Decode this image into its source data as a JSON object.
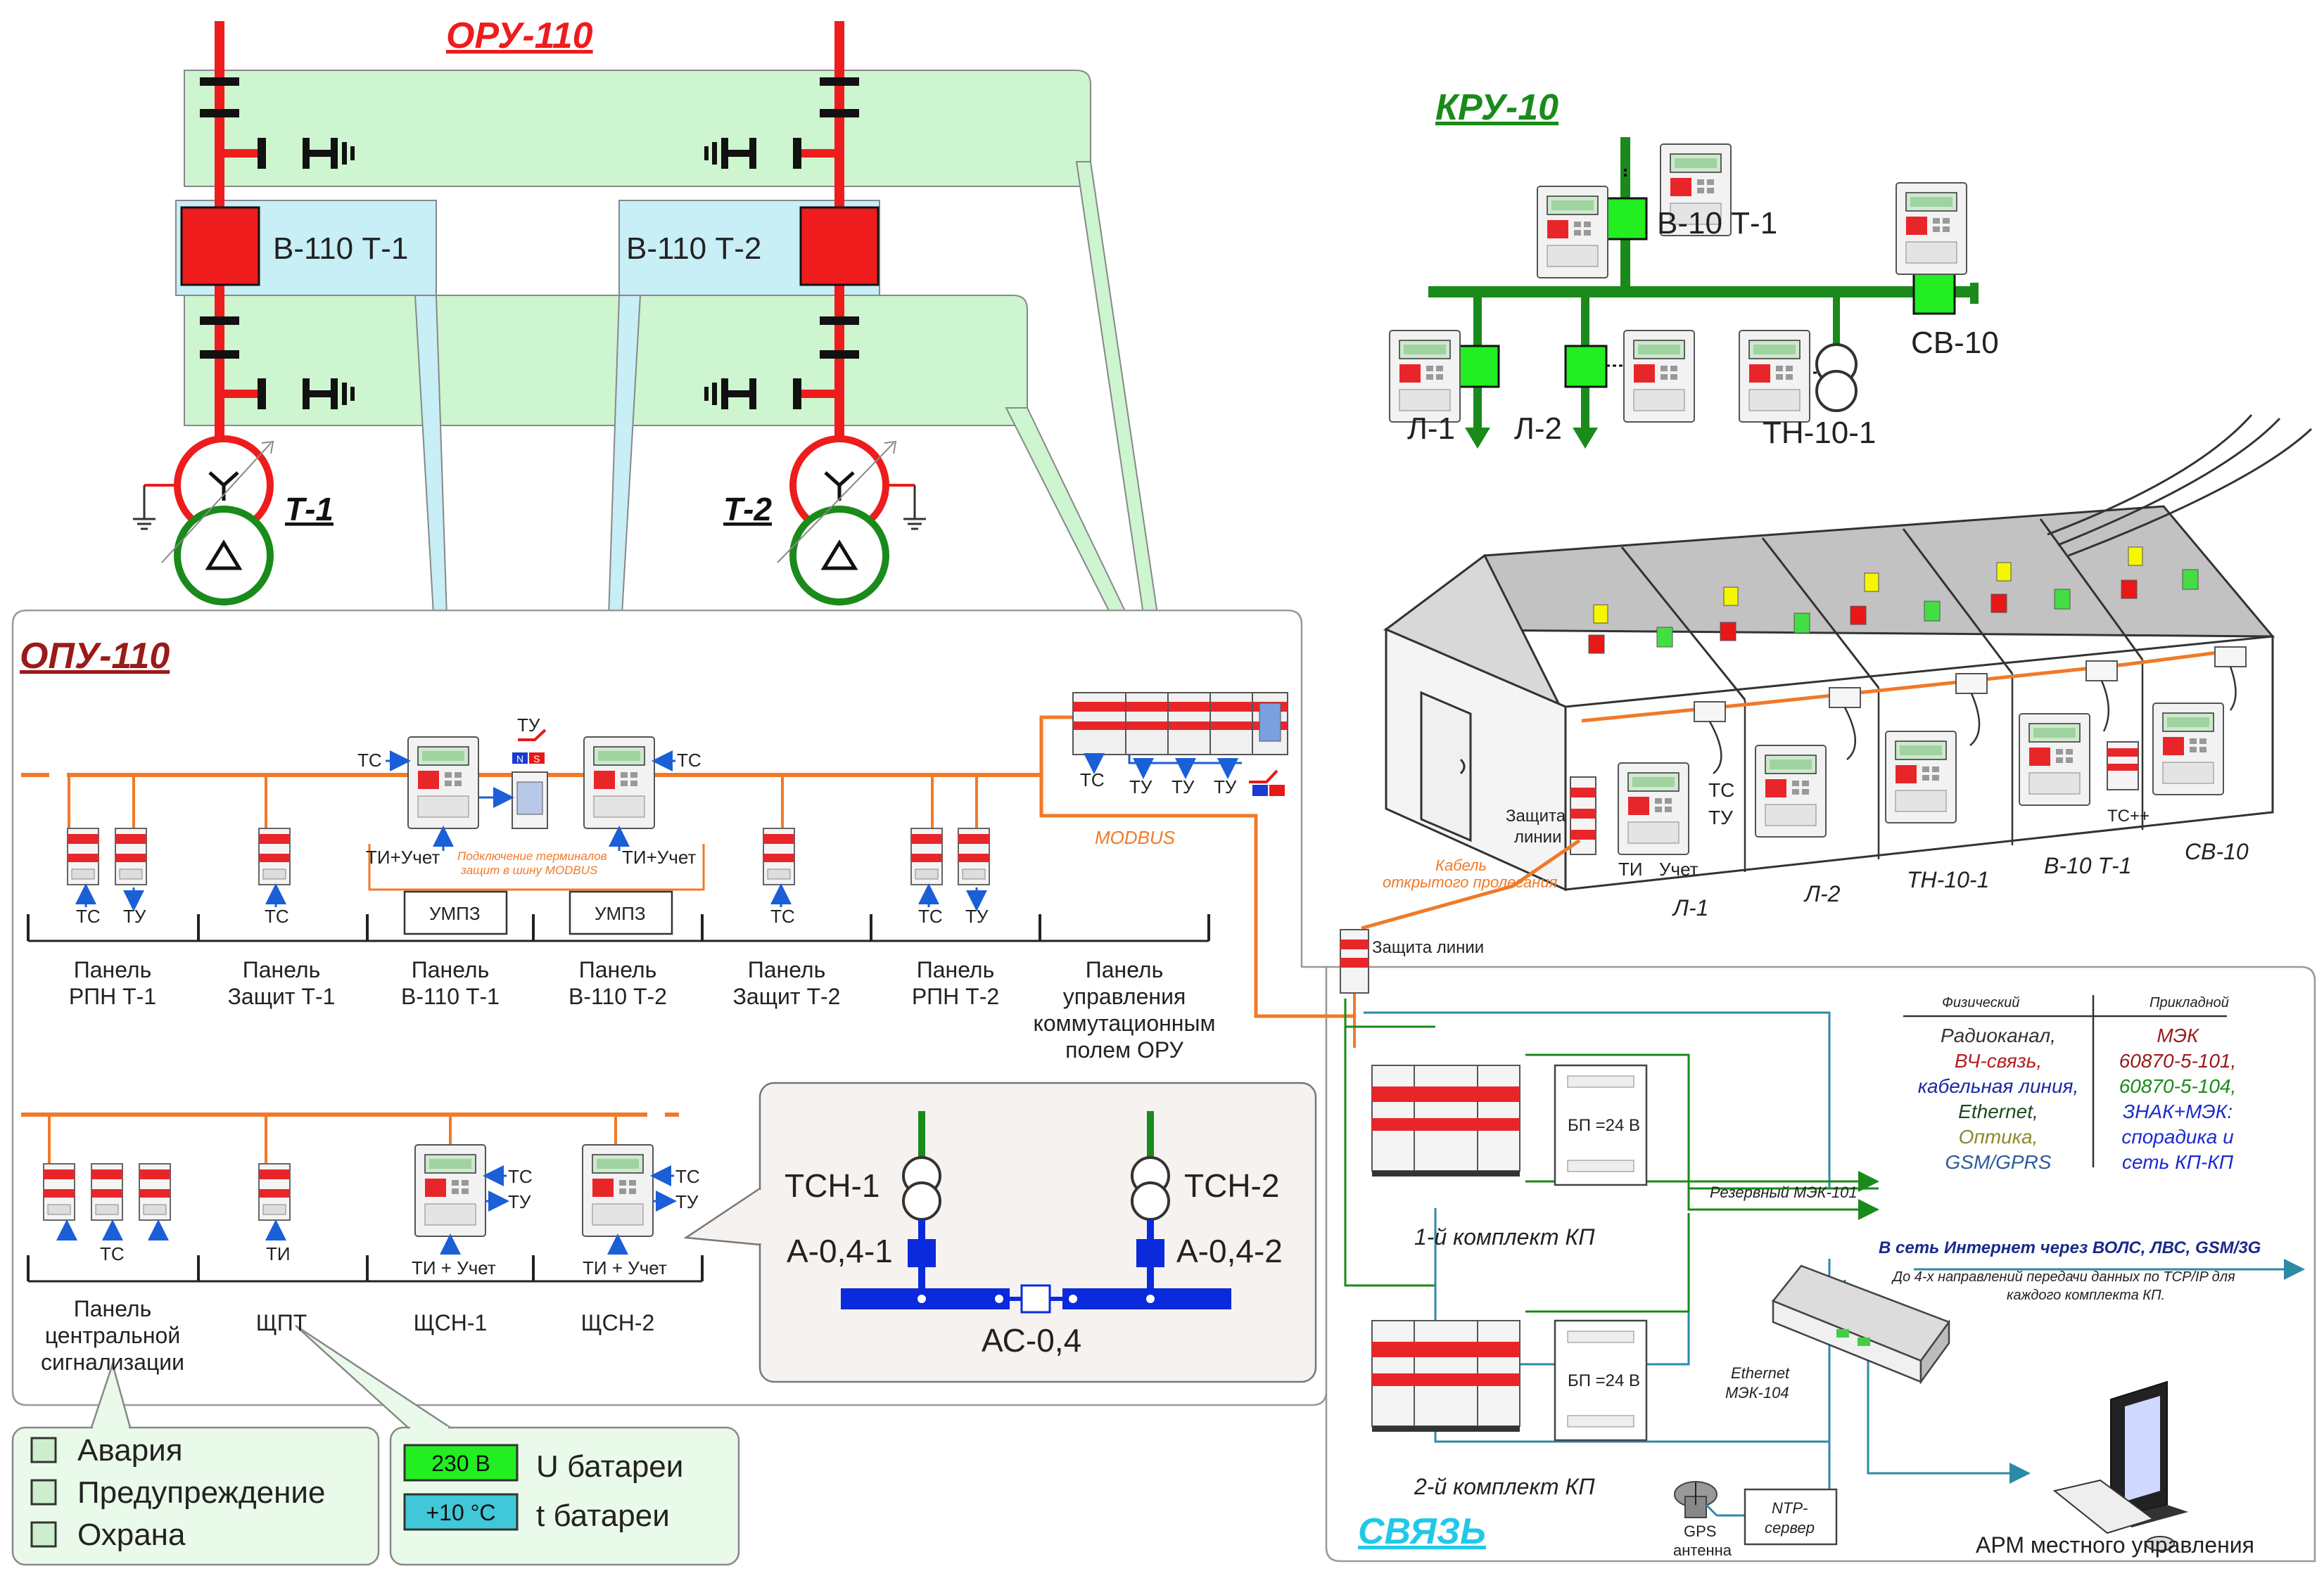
{
  "headings": {
    "oru": "ОРУ-110",
    "kru": "КРУ-10",
    "opu": "ОПУ-110",
    "svyaz": "СВЯЗЬ",
    "t1": "Т-1",
    "t2": "Т-2"
  },
  "oru": {
    "breaker1": "В-110 Т-1",
    "breaker2": "В-110 Т-2"
  },
  "kru": {
    "v10": "В-10 Т-1",
    "sv10": "СВ-10",
    "l1": "Л-1",
    "l2": "Л-2",
    "tn": "ТН-10-1"
  },
  "building": {
    "protection": "Защита линии",
    "protection2": "Защита",
    "protection2b": "линии",
    "cable1": "Кабель",
    "cable2": "открытого пролегания",
    "tc": "ТС",
    "tu": "ТУ",
    "ti": "ТИ",
    "uchet": "Учет",
    "tcpp": "ТС++",
    "cells": [
      "Л-1",
      "Л-2",
      "ТН-10-1",
      "В-10 Т-1",
      "СВ-10"
    ]
  },
  "opu": {
    "tc": "ТС",
    "tu": "ТУ",
    "ti": "ТИ",
    "tiuchet": "ТИ+Учет",
    "tiuchet2": "ТИ + Учет",
    "modbus": "MODBUS",
    "modbus_note1": "Подключение терминалов",
    "modbus_note2": "защит в шину MODBUS",
    "umpz": "УМПЗ",
    "ns_n": "N",
    "ns_s": "S",
    "panels": [
      {
        "l1": "Панель",
        "l2": "РПН Т-1"
      },
      {
        "l1": "Панель",
        "l2": "Защит Т-1"
      },
      {
        "l1": "Панель",
        "l2": "В-110 Т-1"
      },
      {
        "l1": "Панель",
        "l2": "В-110 Т-2"
      },
      {
        "l1": "Панель",
        "l2": "Защит Т-2"
      },
      {
        "l1": "Панель",
        "l2": "РПН Т-2"
      }
    ],
    "panel_oru": [
      "Панель",
      "управления",
      "коммутационным",
      "полем ОРУ"
    ],
    "panel_cs": [
      "Панель",
      "центральной",
      "сигнализации"
    ],
    "shpt": "ЩПТ",
    "shsn1": "ЩСН-1",
    "shsn2": "ЩСН-2"
  },
  "ac": {
    "tsn1": "ТСН-1",
    "tsn2": "ТСН-2",
    "a1": "А-0,4-1",
    "a2": "А-0,4-2",
    "ac": "АС-0,4"
  },
  "legend": {
    "alarm": "Авария",
    "warning": "Предупреждение",
    "security": "Охрана",
    "voltage_value": "230 В",
    "voltage_label": "U батареи",
    "temp_value": "+10 °С",
    "temp_label": "t батареи"
  },
  "comm": {
    "physical_header": "Физический",
    "applied_header": "Прикладной",
    "physical": [
      "Радиоканал,",
      "ВЧ-связь,",
      "кабельная линия,",
      "Ethernet,",
      "Оптика,",
      "GSM/GPRS"
    ],
    "applied": [
      "МЭК",
      "60870-5-101,",
      "60870-5-104,",
      "ЗНАК+МЭК:",
      "спорадика и",
      "сеть КП-КП"
    ],
    "kit1": "1-й комплект КП",
    "kit2": "2-й комплект КП",
    "psu": "БП =24 В",
    "reserve": "Резервный МЭК-101",
    "internet": "В сеть Интернет через ВОЛС, ЛВС, GSM/3G",
    "note1": "До 4-х направлений передачи данных по TCP/IP для",
    "note2": "каждого комплекта КП.",
    "eth1": "Ethernet",
    "eth2": "МЭК-104",
    "gps1": "GPS",
    "gps2": "антенна",
    "ntp1": "NTP-",
    "ntp2": "сервер",
    "arm": "АРМ местного управления"
  },
  "colors": {
    "red": "#ee1c1c",
    "green_line": "#1a8a1a",
    "bright_green": "#22ee22",
    "orange": "#f07a28",
    "blue": "#0a2adc",
    "teal": "#2c8aa6",
    "light_green_area": "#cdf5cf",
    "light_blue_area": "#c8eef6"
  }
}
